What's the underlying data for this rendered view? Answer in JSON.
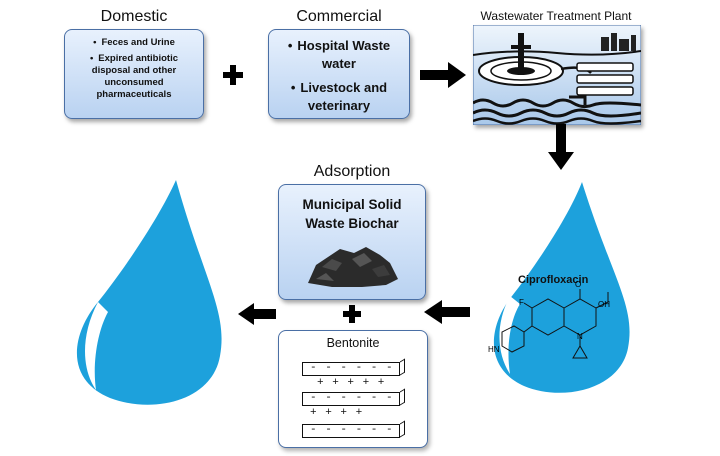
{
  "domestic": {
    "heading": "Domestic",
    "items": [
      "Feces and Urine",
      "Expired antibiotic disposal and other unconsumed pharmaceuticals"
    ]
  },
  "commercial": {
    "heading": "Commercial",
    "items": [
      "Hospital Waste water",
      "Livestock and veterinary"
    ]
  },
  "plant": {
    "heading": "Wastewater Treatment Plant"
  },
  "adsorption": {
    "heading": "Adsorption",
    "biochar_title": "Municipal Solid Waste Biochar"
  },
  "bentonite": {
    "title": "Bentonite",
    "layers": [
      "- - - - - -",
      "- - - - - -",
      "- - - - - -"
    ],
    "interlayers": [
      "+ + + + +",
      "+ + + +"
    ]
  },
  "molecule": {
    "name": "Ciprofloxacin",
    "atoms": {
      "o": "O",
      "oh": "OH",
      "f": "F",
      "n": "N",
      "hn": "HN"
    }
  },
  "colors": {
    "drop": "#1da1dc",
    "box_top": "#e8f1fd",
    "box_bottom": "#b9d2f1",
    "box_border": "#4a6fa5",
    "arrow": "#000000"
  }
}
